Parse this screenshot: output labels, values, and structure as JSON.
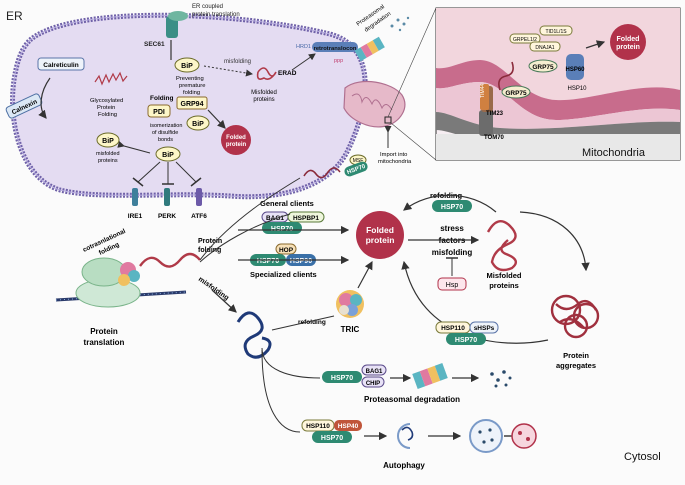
{
  "compartments": {
    "er": "ER",
    "mitochondria": "Mitochondria",
    "cytosol": "Cytosol"
  },
  "er": {
    "er_coupled": "ER coupled",
    "protein_translation": "protein translation",
    "sec61": "SEC61",
    "bip_top": "BiP",
    "calreticulin": "Calreticulin",
    "calnexin": "Calnexin",
    "glyco_1": "Glycosylated",
    "glyco_2": "Protein",
    "glyco_3": "Folding",
    "preventing_1": "Preventing",
    "preventing_2": "premature",
    "preventing_3": "folding",
    "folding": "Folding",
    "grp94": "GRP94",
    "pdi": "PDI",
    "bip_mid": "BiP",
    "isomer_1": "isomerization",
    "isomer_2": "of disulfide",
    "isomer_3": "bonds",
    "misfolding": "misfolding",
    "misfolded_1": "Misfolded",
    "misfolded_2": "proteins",
    "folded_1": "Folded",
    "folded_2": "protein",
    "bip_left": "BiP",
    "bip_misfolded_1": "misfolded",
    "bip_misfolded_2": "proteins",
    "bip_center": "BiP",
    "ire1": "IRE1",
    "perk": "PERK",
    "atf6": "ATF6",
    "erad": "ERAD",
    "hrd1": "HRD1",
    "retrotranslocon": "retrotranslocon",
    "proteasomal_1": "Proteasomal",
    "proteasomal_2": "degradation",
    "ppp": "ppp"
  },
  "mito": {
    "grpel": "GRPEL1/2",
    "tid1": "TID1L/1S",
    "dnaja1": "DNAJA1",
    "grp75_a": "GRP75",
    "grp75_b": "GRP75",
    "hsp60": "HSP60",
    "hsp10": "HSP10",
    "folded_1": "Folded",
    "folded_2": "protein",
    "tim23": "TIM23",
    "tim44": "TIM44",
    "tom70": "TOM70",
    "import_1": "Import into",
    "import_2": "mitochondria"
  },
  "cytosol": {
    "msf": "MSF",
    "hsp70_msf": "HSP70",
    "general_clients": "General clients",
    "bag1": "BAG1",
    "hspbp1": "HSPBP1",
    "hsp70_general": "HSP70",
    "protein_folding_1": "Protein",
    "protein_folding_2": "folding",
    "hop": "HOP",
    "hsp70_spec": "HSP70",
    "hsp90": "HSP90",
    "specialized_clients": "Specialized clients",
    "folded_1": "Folded",
    "folded_2": "protein",
    "refolding_top": "refolding",
    "hsp70_refold": "HSP70",
    "stress_1": "stress",
    "stress_2": "factors",
    "stress_3": "misfolding",
    "hsp": "Hsp",
    "misfolded_1": "Misfolded",
    "misfolded_2": "proteins",
    "aggregates_1": "Protein",
    "aggregates_2": "aggregates",
    "hsp110_agg": "HSP110",
    "shsps": "sHSPs",
    "hsp70_agg": "HSP70",
    "cotranslational_1": "cotrasnlational",
    "cotranslational_2": "folding",
    "translation_1": "Protein",
    "translation_2": "translation",
    "misfolding": "misfolding",
    "refolding_tric": "refolding",
    "tric": "TRIC",
    "hsp70_chip": "HSP70",
    "bag1_chip": "BAG1",
    "chip": "CHIP",
    "proteasomal": "Proteasomal degradation",
    "hsp110_auto": "HSP110",
    "hsp40": "HSP40",
    "hsp70_auto": "HSP70",
    "autophagy": "Autophagy"
  },
  "colors": {
    "hsp70": "#2e8a72",
    "bip": "#fdf6c8",
    "folded": "#b1324a",
    "hsp40": "#c0553a",
    "er_lumen": "#e4dcf2",
    "mito": "#e6b9c9"
  }
}
